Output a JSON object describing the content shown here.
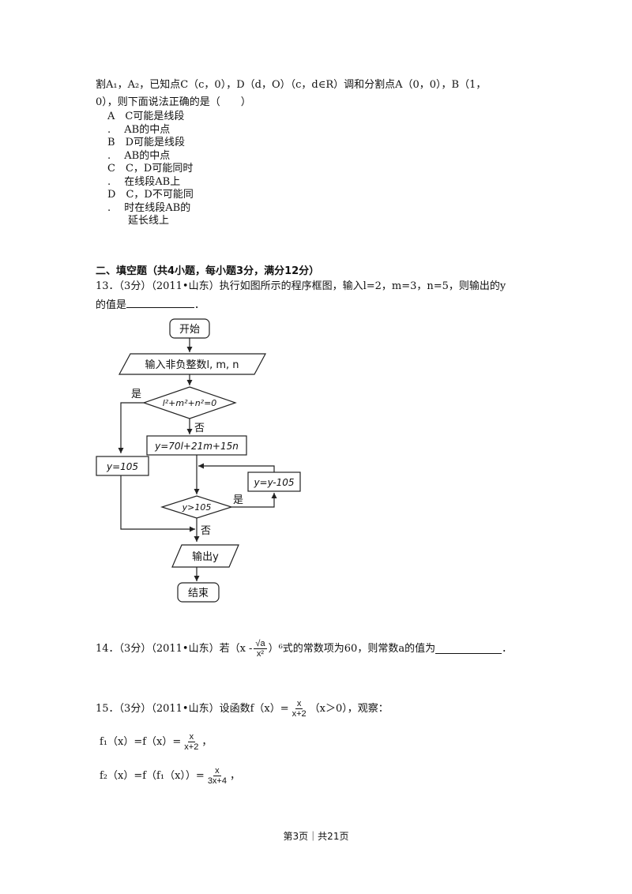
{
  "q12": {
    "line1": "割A₁，A₂，已知点C（c，0），D（d，O）（c，d∈R）调和分割点A（0，0），B（1，",
    "line2": "0），则下面说法正确的是（　　）",
    "options": [
      {
        "letter": "A",
        "dot": ".",
        "l1": "C可能是线段",
        "l2": "AB的中点",
        "l3": "",
        "l4": ""
      },
      {
        "letter": "B",
        "dot": ".",
        "l1": "D可能是线段",
        "l2": "AB的中点",
        "l3": "",
        "l4": ""
      },
      {
        "letter": "C",
        "dot": ".",
        "l1": "C，D可能同时",
        "l2": "在线段AB上",
        "l3": "",
        "l4": ""
      },
      {
        "letter": "D",
        "dot": ".",
        "l1": "C，D不可能同",
        "l2": "时在线段AB的",
        "l3": "延长线上",
        "l4": ""
      }
    ]
  },
  "section2": {
    "title": "二、填空题（共4小题，每小题3分，满分12分）"
  },
  "q13": {
    "line1": "13．（3分）（2011•山东）执行如图所示的程序框图，输入l=2，m=3，n=5，则输出的y",
    "line2": "的值是",
    "line2_end": "．"
  },
  "flowchart": {
    "start": "开始",
    "input": "输入非负整数l, m, n",
    "cond1": "l²+m²+n²=0",
    "yes1": "是",
    "no1": "否",
    "compute": "y=70l+21m+15n",
    "assign105": "y=105",
    "subtract": "y=y-105",
    "cond2": "y>105",
    "yes2": "是",
    "no2": "否",
    "output": "输出y",
    "end": "结束"
  },
  "q14": {
    "prefix": "14．（3分）（2011•山东）若（x -",
    "frac_num": "√a",
    "frac_den": "x²",
    "suffix": "）⁶式的常数项为60，则常数a的值为",
    "end": "．"
  },
  "q15": {
    "prefix": "15．（3分）（2011•山东）设函数f（x）=",
    "frac_num": "x",
    "frac_den": "x+2",
    "suffix": "（x＞0），观察：",
    "f1_prefix": "f₁（x）=f（x）=",
    "f1_num": "x",
    "f1_den": "x+2",
    "f1_end": "，",
    "f2_prefix": "f₂（x）=f（f₁（x））=",
    "f2_num": "x",
    "f2_den": "3x+4",
    "f2_end": "，"
  },
  "footer": {
    "text": "第3页｜共21页"
  }
}
